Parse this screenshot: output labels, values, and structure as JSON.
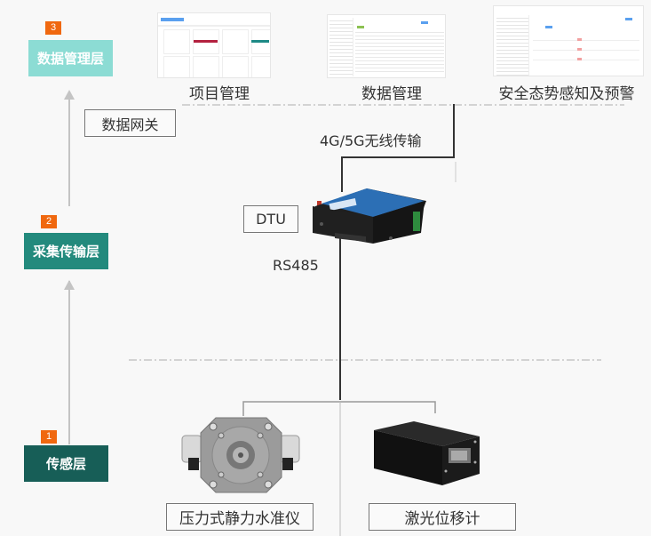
{
  "layers": [
    {
      "number": "3",
      "label": "数据管理层",
      "color": "#8cdcd4"
    },
    {
      "number": "2",
      "label": "采集传输层",
      "color": "#238a7d"
    },
    {
      "number": "1",
      "label": "传感层",
      "color": "#175e57"
    }
  ],
  "badge_color": "#f0680f",
  "platform": {
    "modules": [
      {
        "caption": "项目管理",
        "icon": "project-management-screenshot"
      },
      {
        "caption": "数据管理",
        "icon": "data-management-screenshot"
      },
      {
        "caption": "安全态势感知及预警",
        "icon": "security-warning-screenshot"
      }
    ]
  },
  "gateway": {
    "label": "数据网关",
    "wireless_label": "4G/5G无线传输",
    "dtu_label": "DTU",
    "dtu_icon": "dtu-device",
    "bus_label": "RS485"
  },
  "sensors": [
    {
      "label": "压力式静力水准仪",
      "icon": "hydrostatic-level-sensor"
    },
    {
      "label": "激光位移计",
      "icon": "laser-displacement-meter"
    }
  ]
}
